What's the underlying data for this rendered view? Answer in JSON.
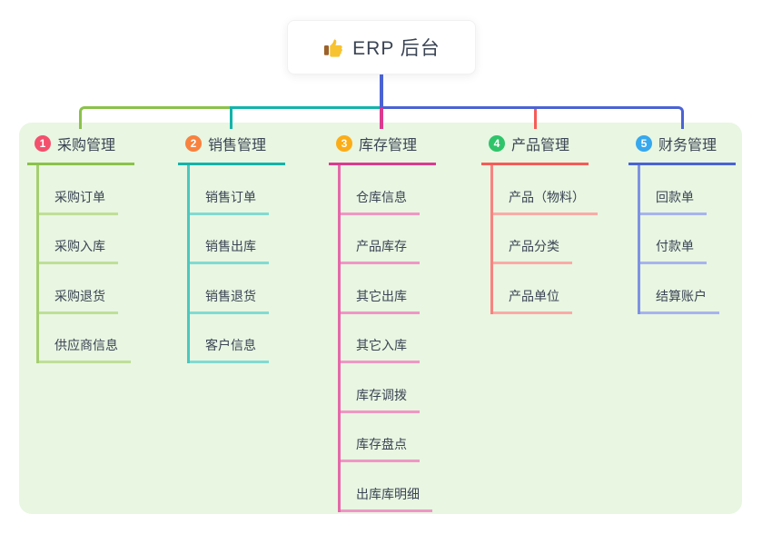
{
  "root": {
    "label": "ERP 后台",
    "icon": "thumbs-up-icon",
    "line_color": "#4a63d4"
  },
  "colors": {
    "canvas_bg": "#ffffff",
    "panel_bg": "#e8f6e2",
    "text": "#3b4454",
    "root_box_bg": "#ffffff"
  },
  "branches": [
    {
      "number": "1",
      "label": "采购管理",
      "badge_color": "#f3506d",
      "line_color": "#8ac24a",
      "line_mid": "#a5cf70",
      "line_light": "#bfdf97",
      "children": [
        "采购订单",
        "采购入库",
        "采购退货",
        "供应商信息"
      ]
    },
    {
      "number": "2",
      "label": "销售管理",
      "badge_color": "#f8823e",
      "line_color": "#13b3aa",
      "line_mid": "#4cc8bf",
      "line_light": "#82dbd2",
      "children": [
        "销售订单",
        "销售出库",
        "销售退货",
        "客户信息"
      ]
    },
    {
      "number": "3",
      "label": "库存管理",
      "badge_color": "#fbad18",
      "line_color": "#dc3a90",
      "line_mid": "#e567a9",
      "line_light": "#ef97c4",
      "children": [
        "仓库信息",
        "产品库存",
        "其它出库",
        "其它入库",
        "库存调拨",
        "库存盘点",
        "出库库明细"
      ]
    },
    {
      "number": "4",
      "label": "产品管理",
      "badge_color": "#2fc46a",
      "line_color": "#f65b58",
      "line_mid": "#f8837f",
      "line_light": "#faaba7",
      "children": [
        "产品（物料）",
        "产品分类",
        "产品单位"
      ]
    },
    {
      "number": "5",
      "label": "财务管理",
      "badge_color": "#36a8ee",
      "line_color": "#4a63d4",
      "line_mid": "#7e92e2",
      "line_light": "#a7b4ec",
      "children": [
        "回款单",
        "付款单",
        "结算账户"
      ]
    }
  ]
}
